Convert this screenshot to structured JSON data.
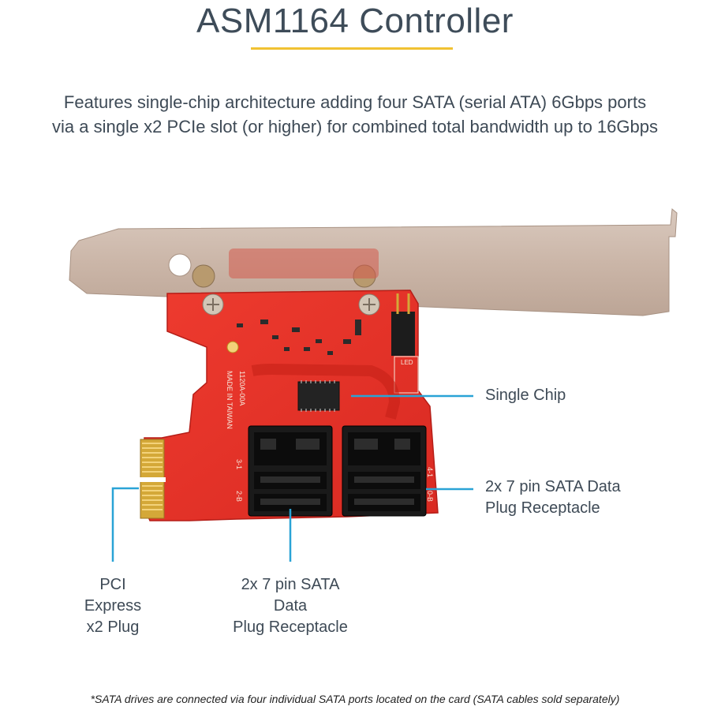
{
  "title": "ASM1164 Controller",
  "subtitle": {
    "line1": "Features single-chip architecture adding four SATA (serial ATA) 6Gbps ports",
    "line2": "via a single x2 PCIe slot (or higher) for combined total bandwidth up to 16Gbps"
  },
  "callouts": {
    "chip": "Single Chip",
    "sata_right": {
      "line1": "2x 7 pin SATA Data",
      "line2": "Plug Receptacle"
    },
    "pci": {
      "line1": "PCI Express",
      "line2": "x2 Plug"
    },
    "sata_bottom": {
      "line1": "2x 7 pin SATA Data",
      "line2": "Plug Receptacle"
    }
  },
  "board_text": {
    "made_in": "MADE IN TAIWAN",
    "model": "1120A-00A",
    "led": "LED",
    "port_a": "3-1",
    "port_b": "2-B",
    "port_c": "4-1",
    "port_d": "0-B"
  },
  "footnote": "*SATA drives are connected via four individual SATA ports located on the card (SATA cables sold separately)",
  "colors": {
    "accent_underline": "#f1c232",
    "callout_line": "#2aa3d6",
    "pcb_red": "#e8342a",
    "bracket_silver": "#c9b8ad"
  }
}
